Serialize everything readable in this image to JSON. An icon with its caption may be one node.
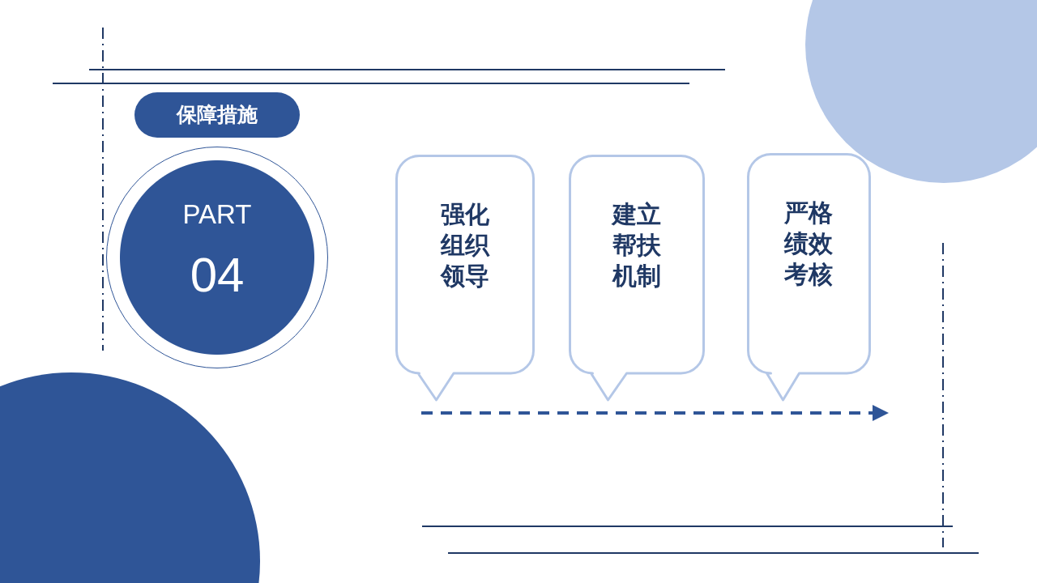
{
  "diagram": {
    "nodes": [
      {
        "text": [
          "保障措施"
        ]
      },
      {
        "text": [
          "PART",
          "04"
        ]
      },
      {
        "text": [
          "强化组织领导"
        ]
      },
      {
        "text": [
          "建立帮扶机制"
        ]
      },
      {
        "text": [
          "严格绩效考核"
        ]
      }
    ]
  }
}
